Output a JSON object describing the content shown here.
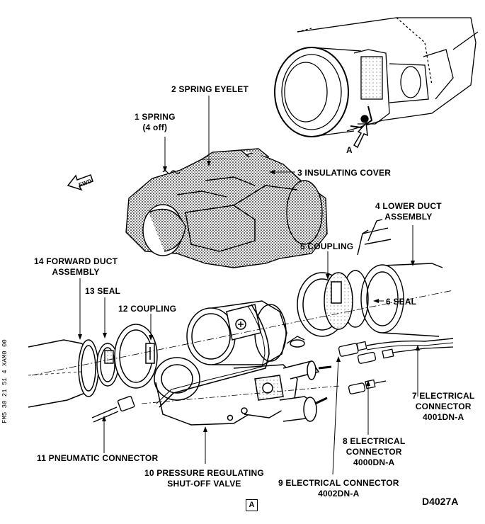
{
  "labels": {
    "spring": "1 SPRING\n(4 off)",
    "spring_eyelet": "2 SPRING EYELET",
    "insulating_cover": "3 INSULATING COVER",
    "lower_duct": "4 LOWER DUCT\nASSEMBLY",
    "coupling_5": "5 COUPLING",
    "seal_6": "6 SEAL",
    "elec_7": "7 ELECTRICAL\nCONNECTOR\n4001DN-A",
    "elec_8": "8 ELECTRICAL\nCONNECTOR\n4000DN-A",
    "elec_9": "9 ELECTRICAL CONNECTOR\n4002DN-A",
    "valve_10": "10 PRESSURE REGULATING\nSHUT-OFF VALVE",
    "pneumatic_11": "11 PNEUMATIC CONNECTOR",
    "coupling_12": "12 COUPLING",
    "seal_13": "13 SEAL",
    "forward_duct": "14 FORWARD DUCT\nASSEMBLY"
  },
  "view_letter": "A",
  "view_box_letter": "A",
  "fwd_arrow": "FWD",
  "figure_code": "D4027A",
  "side_code": "FM5 30 21 51 4 XAM0 00",
  "icons": [
    "fwd-arrow-icon",
    "view-a-arrow-icon"
  ]
}
